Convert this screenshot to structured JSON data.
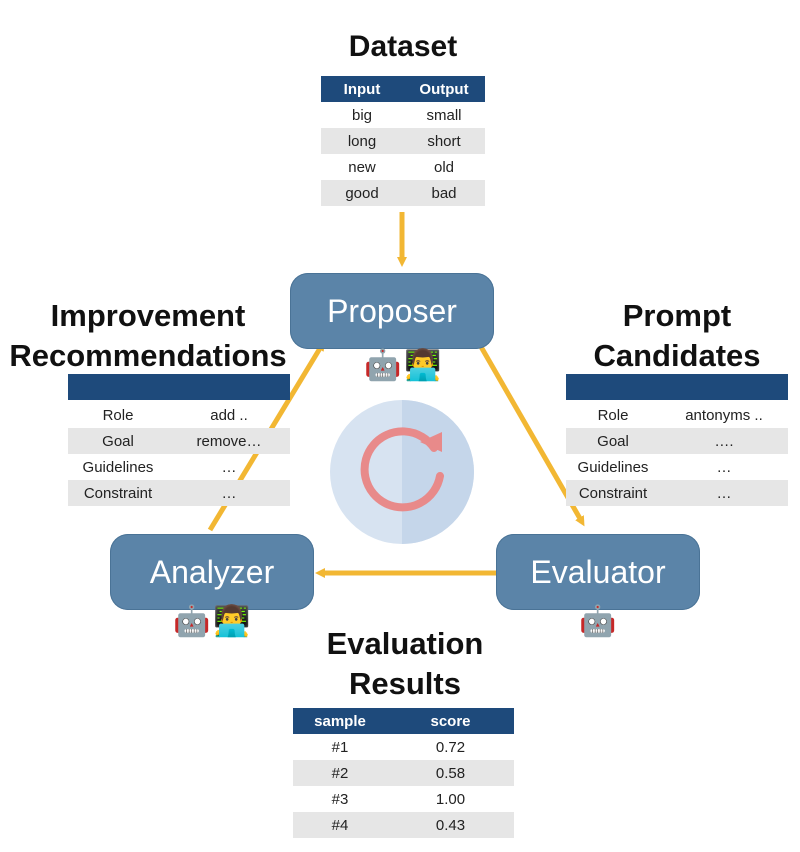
{
  "titles": {
    "dataset": "Dataset",
    "improvement_line1": "Improvement",
    "improvement_line2": "Recommendations",
    "prompt_line1": "Prompt",
    "prompt_line2": "Candidates",
    "eval_line1": "Evaluation",
    "eval_line2": "Results"
  },
  "dataset": {
    "headers": [
      "Input",
      "Output"
    ],
    "rows": [
      [
        "big",
        "small"
      ],
      [
        "long",
        "short"
      ],
      [
        "new",
        "old"
      ],
      [
        "good",
        "bad"
      ]
    ]
  },
  "improvement": {
    "rows": [
      [
        "Role",
        "add .."
      ],
      [
        "Goal",
        "remove…"
      ],
      [
        "Guidelines",
        "…"
      ],
      [
        "Constraint",
        "…"
      ]
    ]
  },
  "prompt": {
    "rows": [
      [
        "Role",
        "antonyms .."
      ],
      [
        "Goal",
        "…."
      ],
      [
        "Guidelines",
        "…"
      ],
      [
        "Constraint",
        "…"
      ]
    ]
  },
  "results": {
    "headers": [
      "sample",
      "score"
    ],
    "rows": [
      [
        "#1",
        "0.72"
      ],
      [
        "#2",
        "0.58"
      ],
      [
        "#3",
        "1.00"
      ],
      [
        "#4",
        "0.43"
      ]
    ]
  },
  "nodes": {
    "proposer": "Proposer",
    "analyzer": "Analyzer",
    "evaluator": "Evaluator"
  },
  "emojis": {
    "robot": "🤖",
    "technologist": "👨‍💻"
  },
  "colors": {
    "node": "#5b84a8",
    "arrow": "#f2b733",
    "table_header": "#1e4a7b",
    "cycle_icon": "#e88a8a"
  }
}
